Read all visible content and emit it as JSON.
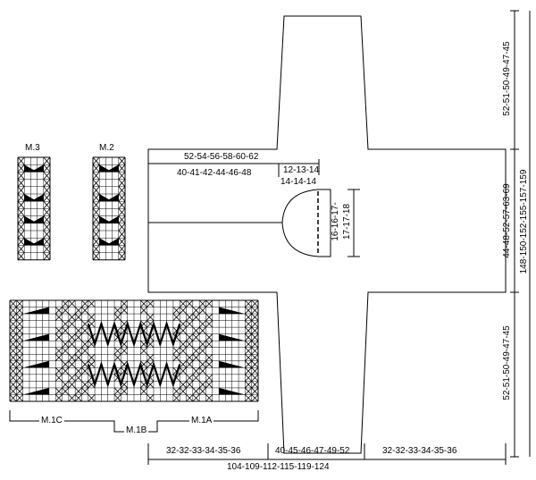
{
  "charts": {
    "m3": {
      "title": "M.3",
      "cols": 5,
      "rows": 14
    },
    "m2": {
      "title": "M.2",
      "cols": 5,
      "rows": 14
    },
    "m1": {
      "cols": 38,
      "rows": 15,
      "labels": {
        "c": "M.1C",
        "b": "M.1B",
        "a": "M.1A"
      }
    }
  },
  "garment": {
    "length_upper": "52-54-56-58-60-62",
    "length_lower": "40-41-42-44-46-48",
    "neck_width_a": "12-13-14",
    "neck_width_b": "14-14-14",
    "neck_depth_a": "16-16-17-",
    "neck_depth_b": "17-17-18"
  },
  "right_dims": {
    "sleeve_top": "52-51-50-49-47-45",
    "body_center": "44-48-52-57-63-69",
    "total": "148-150-152-155-157-159",
    "sleeve_bottom": "52-51-50-49-47-45"
  },
  "bottom_dims": {
    "seg_left": "32-32-33-34-35-36",
    "seg_mid": "40-45-46-47-49-52",
    "seg_right": "32-32-33-34-35-36",
    "total": "104-109-112-115-119-124"
  },
  "colors": {
    "line": "#000000",
    "grid": "#000000",
    "fill": "#000000",
    "bg": "#ffffff"
  }
}
